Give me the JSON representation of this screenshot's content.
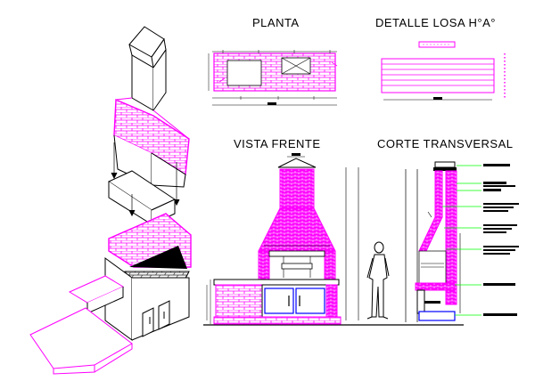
{
  "titles": {
    "plan": "PLANTA",
    "slab_detail": "DETALLE LOSA H°A°",
    "front_view": "VISTA FRENTE",
    "cross_section": "CORTE TRANSVERSAL"
  },
  "colors": {
    "background": "#ffffff",
    "outline": "#000000",
    "brick": "#ff00ff",
    "leader": "#00ff00",
    "lintel": "#0000ff"
  },
  "icons": [
    "isometric-barbecue",
    "plan-drawing",
    "slab-detail",
    "front-elevation",
    "human-scale-figure",
    "cross-section-drawing"
  ]
}
